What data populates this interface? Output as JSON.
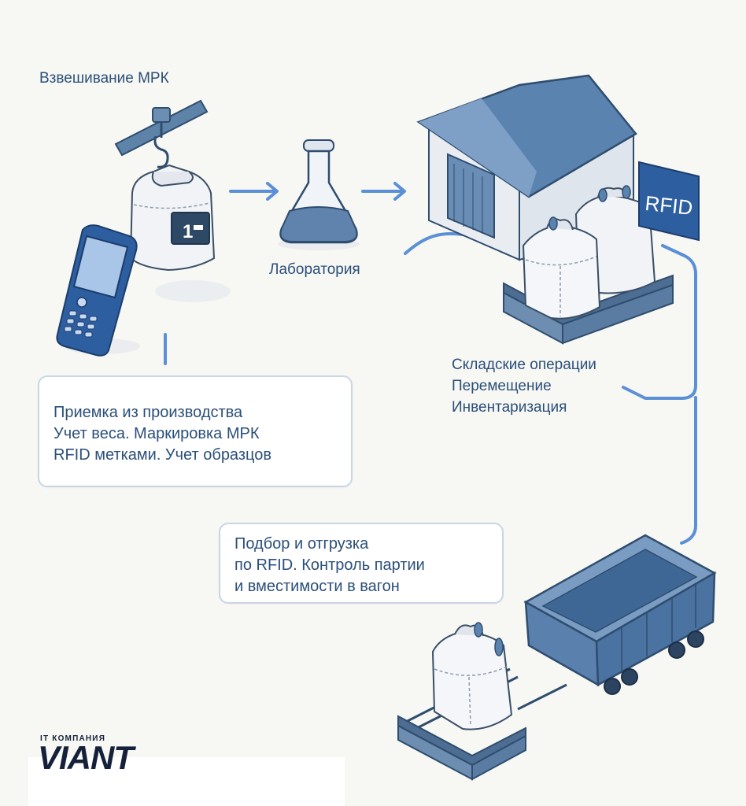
{
  "labels": {
    "weighing": "Взвешивание МРК",
    "laboratory": "Лаборатория",
    "warehouse_lines": [
      "Складские операции",
      "Перемещение",
      "Инвентаризация"
    ]
  },
  "boxes": {
    "intake_lines": [
      "Приемка из производства",
      "Учет веса. Маркировка МРК",
      "RFID метками. Учет образцов"
    ],
    "shipping_lines": [
      "Подбор и отгрузка",
      "по RFID. Контроль партии",
      "и вместимости в вагон"
    ]
  },
  "rfid_sign": "RFID",
  "bag_tag": "1",
  "brand": {
    "tag": "IT КОМПАНИЯ",
    "name": "VIANT"
  },
  "icons": {
    "crane_scale": "crane-scale-icon",
    "handheld_scanner": "rfid-scanner-icon",
    "flask": "lab-flask-icon",
    "warehouse": "warehouse-icon",
    "railcar": "railcar-icon"
  },
  "colors": {
    "background": "#f7f7f3",
    "accent_blue": "#5b8fd6",
    "dark_blue": "#2f5d91",
    "text": "#2b4f7a",
    "brand": "#15213a"
  }
}
